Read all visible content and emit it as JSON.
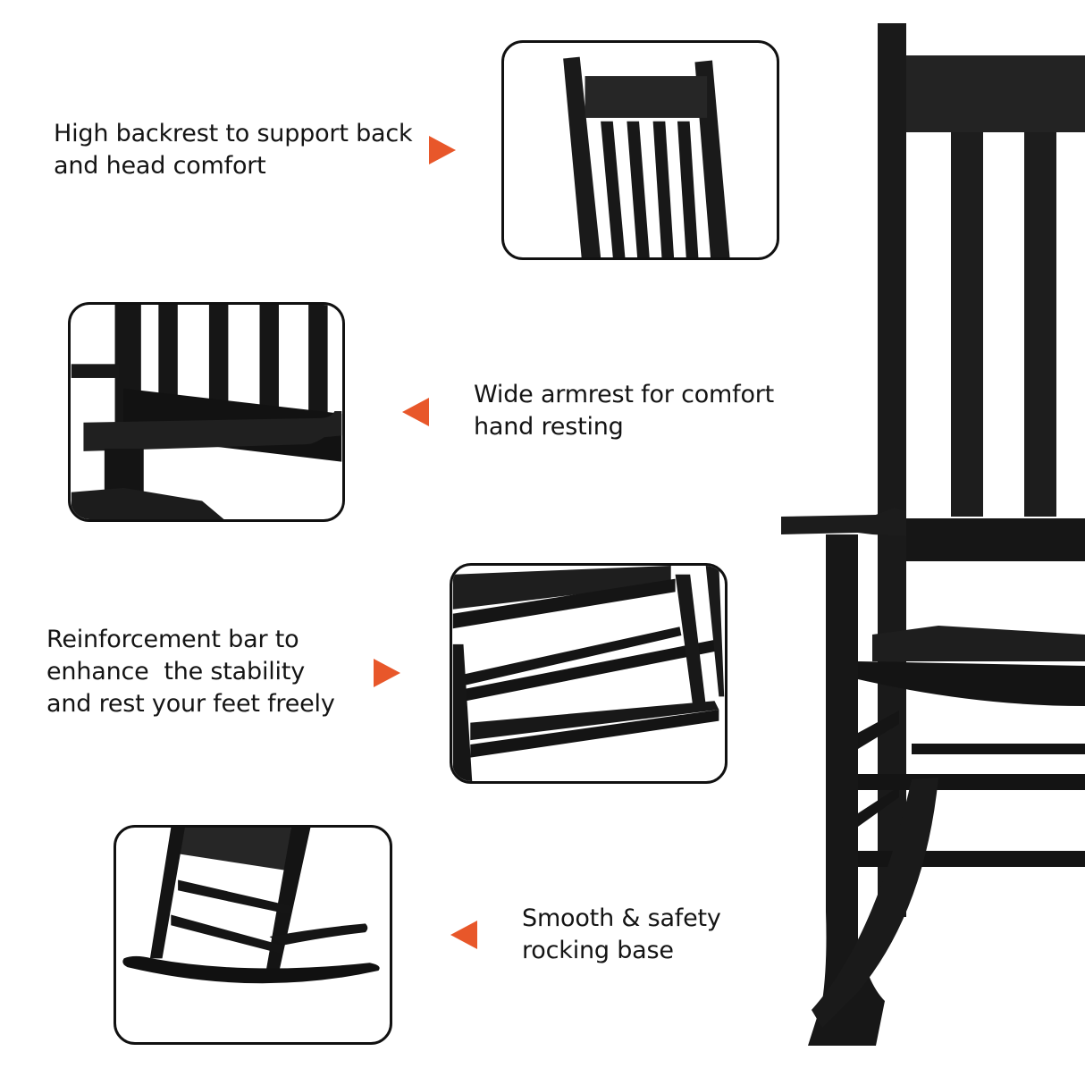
{
  "colors": {
    "accent_arrow": "#e8572a",
    "chair": "#161616",
    "frame_border": "#111111",
    "text": "#141414",
    "background": "#ffffff"
  },
  "features": [
    {
      "caption": "High backrest to support back\nand head comfort",
      "arrow": "right",
      "inset": "backrest-detail",
      "icon": "arrow-right-icon"
    },
    {
      "caption": "Wide armrest for comfort\nhand resting",
      "arrow": "left",
      "inset": "armrest-detail",
      "icon": "arrow-left-icon"
    },
    {
      "caption": "Reinforcement bar to\nenhance  the stability\nand rest your feet freely",
      "arrow": "right",
      "inset": "reinforcement-bar-detail",
      "icon": "arrow-right-icon"
    },
    {
      "caption": "Smooth & safety\nrocking base",
      "arrow": "left",
      "inset": "rocking-base-detail",
      "icon": "arrow-left-icon"
    }
  ],
  "hero": {
    "subject": "black wooden rocking chair (side view)"
  }
}
